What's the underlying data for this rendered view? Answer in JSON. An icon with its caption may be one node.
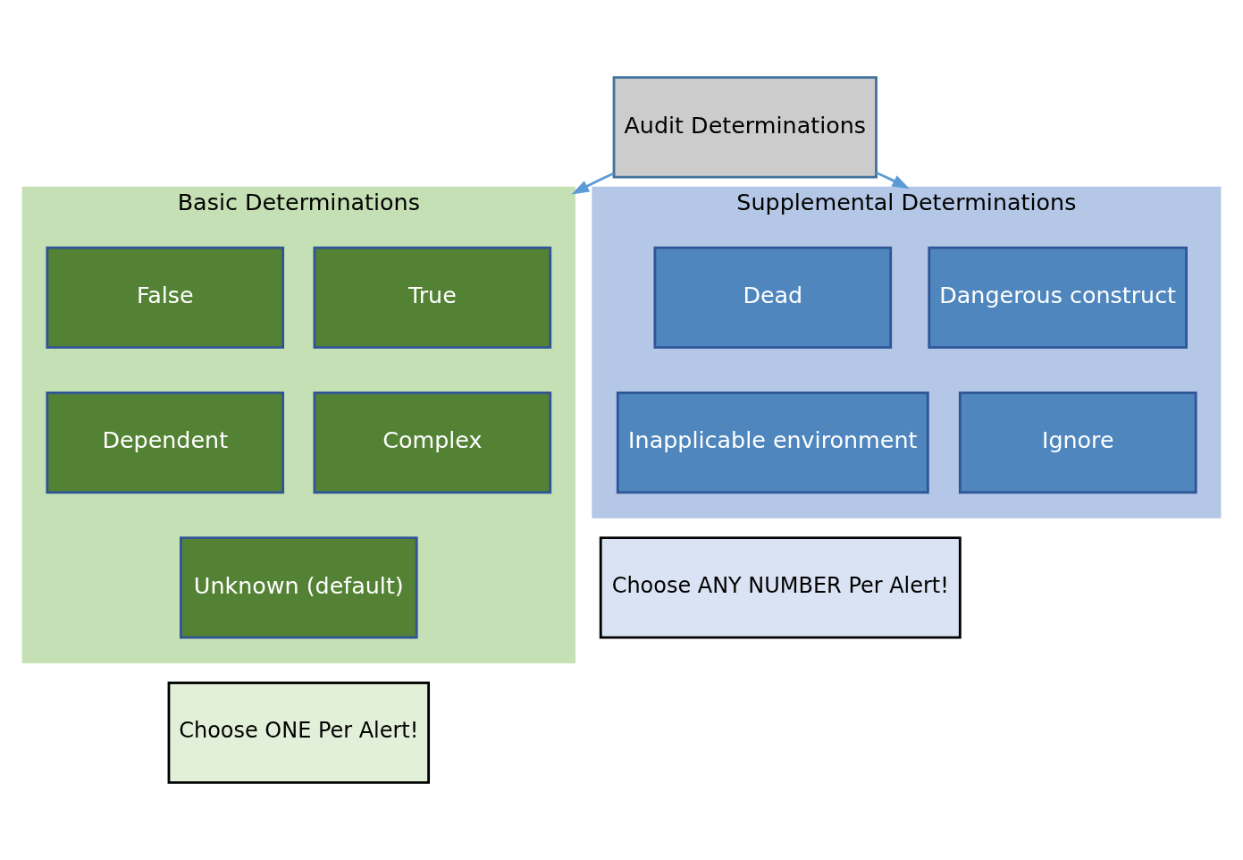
{
  "diagram": {
    "nodes": [
      {
        "text": [
          "Audit Determinations"
        ]
      },
      {
        "text": [
          "Basic Determinations"
        ]
      },
      {
        "text": [
          "True"
        ],
        "in": 1
      },
      {
        "text": [
          "False"
        ],
        "in": 1
      },
      {
        "text": [
          "Complex"
        ],
        "in": 1
      },
      {
        "text": [
          "Dependent"
        ],
        "in": 1
      },
      {
        "text": [
          "Unknown (default)"
        ],
        "in": 1
      },
      {
        "text": [
          "Choose ONE Per Alert!"
        ]
      },
      {
        "text": [
          "Supplemental Determinations"
        ]
      },
      {
        "text": [
          "Dangerous construct"
        ],
        "in": 8
      },
      {
        "text": [
          "Dead"
        ],
        "in": 8
      },
      {
        "text": [
          "Ignore"
        ],
        "in": 8
      },
      {
        "text": [
          "Inapplicable environment"
        ],
        "in": 8
      },
      {
        "text": [
          "Choose ANY NUMBER Per Alert!"
        ]
      }
    ],
    "edges": [
      {
        "from": 0,
        "to": 1,
        "arrow": "to"
      },
      {
        "from": 0,
        "to": 8,
        "arrow": "to"
      }
    ]
  }
}
